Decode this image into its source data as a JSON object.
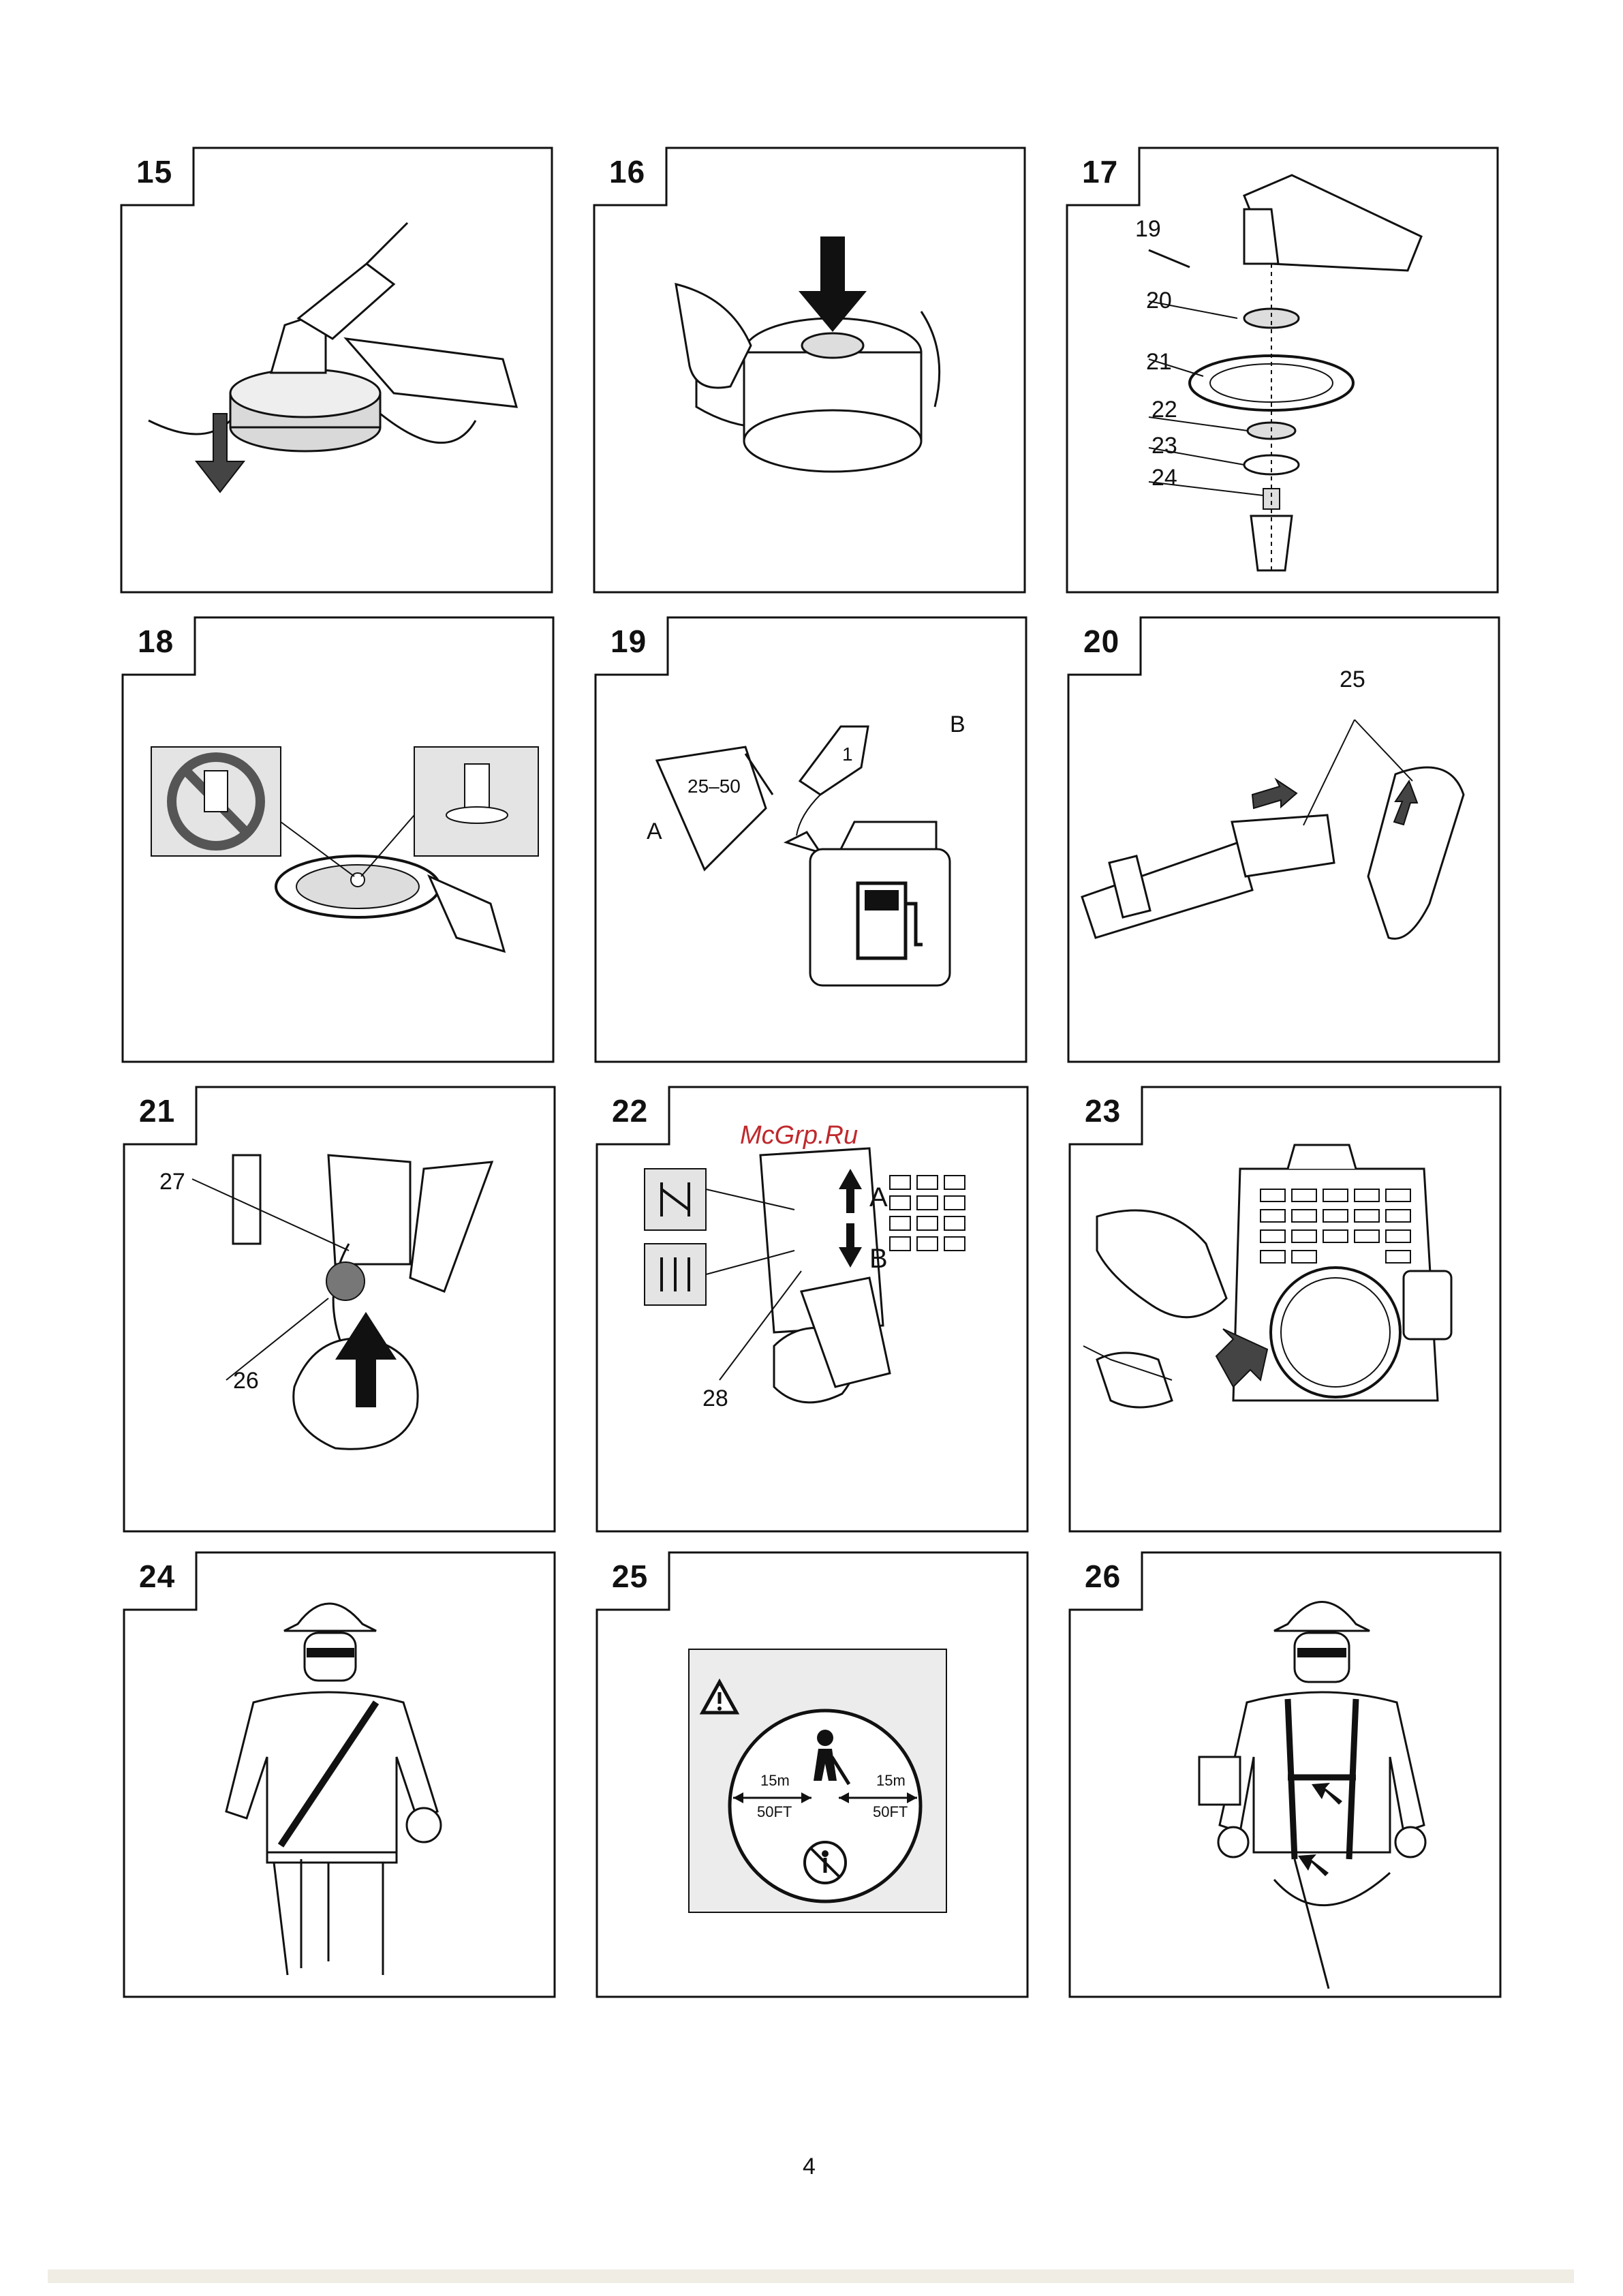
{
  "page": {
    "number": "4",
    "watermark": "McGrp.Ru"
  },
  "figures": [
    {
      "id": "15",
      "labels": []
    },
    {
      "id": "16",
      "labels": []
    },
    {
      "id": "17",
      "labels": [
        "19",
        "20",
        "21",
        "22",
        "23",
        "24"
      ]
    },
    {
      "id": "18",
      "labels": []
    },
    {
      "id": "19",
      "labels": [
        "A",
        "B",
        "25–50",
        "1"
      ]
    },
    {
      "id": "20",
      "labels": [
        "25"
      ]
    },
    {
      "id": "21",
      "labels": [
        "27",
        "26"
      ]
    },
    {
      "id": "22",
      "labels": [
        "A",
        "B",
        "28"
      ]
    },
    {
      "id": "23",
      "labels": []
    },
    {
      "id": "24",
      "labels": []
    },
    {
      "id": "25",
      "labels": [
        "15m",
        "50FT",
        "15m",
        "50FT"
      ]
    },
    {
      "id": "26",
      "labels": []
    }
  ],
  "icons": [
    "down-arrow-icon",
    "up-arrow-icon",
    "fuel-can-icon",
    "warning-triangle-icon",
    "no-person-icon",
    "helmet-icon"
  ]
}
